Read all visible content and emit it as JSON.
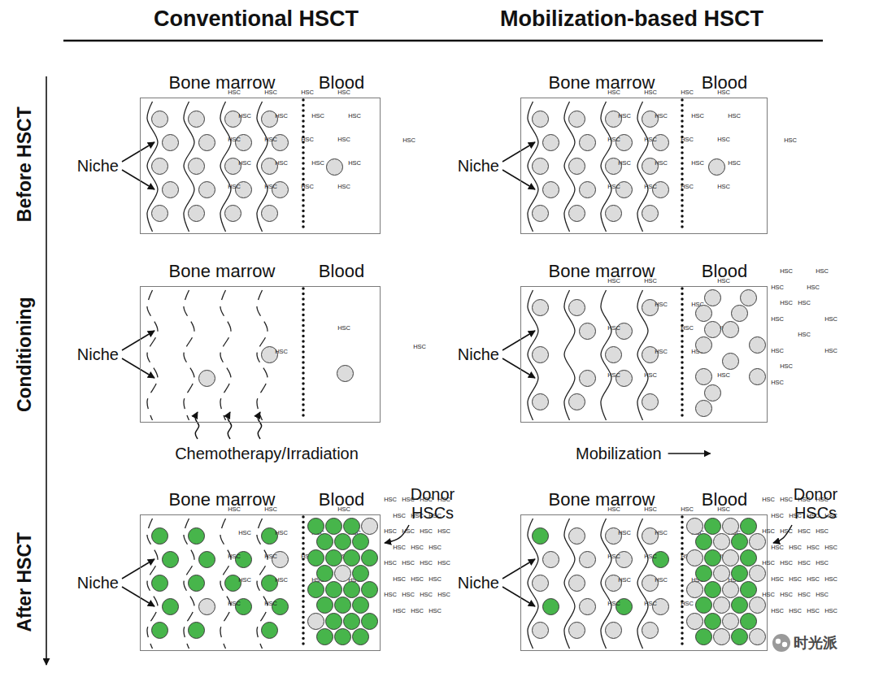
{
  "diagram": {
    "nodes": [
      {
        "text": [
          "Bone marrow",
          "Blood"
        ]
      },
      {
        "text": [
          "HSC"
        ],
        "in": 0
      },
      {
        "text": [
          "HSC"
        ],
        "in": 0
      },
      {
        "text": [
          "HSC"
        ],
        "in": 0
      },
      {
        "text": [
          "HSC"
        ],
        "in": 0
      },
      {
        "text": [
          "HSC"
        ],
        "in": 0
      },
      {
        "text": [
          "HSC"
        ],
        "in": 0
      },
      {
        "text": [
          "HSC"
        ],
        "in": 0
      },
      {
        "text": [
          "HSC"
        ],
        "in": 0
      },
      {
        "text": [
          "HSC"
        ],
        "in": 0
      },
      {
        "text": [
          "HSC"
        ],
        "in": 0
      },
      {
        "text": [
          "HSC"
        ],
        "in": 0
      },
      {
        "text": [
          "HSC"
        ],
        "in": 0
      },
      {
        "text": [
          "HSC"
        ],
        "in": 0
      },
      {
        "text": [
          "HSC"
        ],
        "in": 0
      },
      {
        "text": [
          "HSC"
        ],
        "in": 0
      },
      {
        "text": [
          "HSC"
        ],
        "in": 0
      },
      {
        "text": [
          "HSC"
        ],
        "in": 0
      },
      {
        "text": [
          "HSC"
        ],
        "in": 0
      },
      {
        "text": [
          "HSC"
        ],
        "in": 0
      },
      {
        "text": [
          "HSC"
        ],
        "in": 0
      },
      {
        "text": [
          "HSC"
        ],
        "in": 0
      },
      {
        "text": [
          "Bone marrow",
          "Blood"
        ]
      },
      {
        "text": [
          "HSC"
        ],
        "in": 22
      },
      {
        "text": [
          "HSC"
        ],
        "in": 22
      },
      {
        "text": [
          "HSC"
        ],
        "in": 22
      },
      {
        "text": [
          "HSC"
        ],
        "in": 22
      },
      {
        "text": [
          "HSC"
        ],
        "in": 22
      },
      {
        "text": [
          "HSC"
        ],
        "in": 22
      },
      {
        "text": [
          "HSC"
        ],
        "in": 22
      },
      {
        "text": [
          "HSC"
        ],
        "in": 22
      },
      {
        "text": [
          "HSC"
        ],
        "in": 22
      },
      {
        "text": [
          "HSC"
        ],
        "in": 22
      },
      {
        "text": [
          "HSC"
        ],
        "in": 22
      },
      {
        "text": [
          "HSC"
        ],
        "in": 22
      },
      {
        "text": [
          "HSC"
        ],
        "in": 22
      },
      {
        "text": [
          "HSC"
        ],
        "in": 22
      },
      {
        "text": [
          "HSC"
        ],
        "in": 22
      },
      {
        "text": [
          "HSC"
        ],
        "in": 22
      },
      {
        "text": [
          "HSC"
        ],
        "in": 22
      },
      {
        "text": [
          "HSC"
        ],
        "in": 22
      },
      {
        "text": [
          "HSC"
        ],
        "in": 22
      },
      {
        "text": [
          "HSC"
        ],
        "in": 22
      },
      {
        "text": [
          "HSC"
        ],
        "in": 22
      },
      {
        "text": [
          "Bone marrow",
          "Blood"
        ]
      },
      {
        "text": [
          "HSC"
        ],
        "in": 44
      },
      {
        "text": [
          "HSC"
        ],
        "in": 44
      },
      {
        "text": [
          "HSC"
        ],
        "in": 44
      },
      {
        "text": [
          "Bone marrow",
          "Blood"
        ]
      },
      {
        "text": [
          "HSC"
        ],
        "in": 48
      },
      {
        "text": [
          "HSC"
        ],
        "in": 48
      },
      {
        "text": [
          "HSC"
        ],
        "in": 48
      },
      {
        "text": [
          "HSC"
        ],
        "in": 48
      },
      {
        "text": [
          "HSC"
        ],
        "in": 48
      },
      {
        "text": [
          "HSC"
        ],
        "in": 48
      },
      {
        "text": [
          "HSC"
        ],
        "in": 48
      },
      {
        "text": [
          "HSC"
        ],
        "in": 48
      },
      {
        "text": [
          "HSC"
        ],
        "in": 48
      },
      {
        "text": [
          "HSC"
        ],
        "in": 48
      },
      {
        "text": [
          "HSC"
        ],
        "in": 48
      },
      {
        "text": [
          "HSC"
        ],
        "in": 48
      },
      {
        "text": [
          "HSC"
        ],
        "in": 48
      },
      {
        "text": [
          "HSC"
        ],
        "in": 48
      },
      {
        "text": [
          "HSC"
        ],
        "in": 48
      },
      {
        "text": [
          "HSC"
        ],
        "in": 48
      },
      {
        "text": [
          "HSC"
        ],
        "in": 48
      },
      {
        "text": [
          "HSC"
        ],
        "in": 48
      },
      {
        "text": [
          "HSC"
        ],
        "in": 48
      },
      {
        "text": [
          "HSC"
        ],
        "in": 48
      },
      {
        "text": [
          "HSC"
        ],
        "in": 48
      },
      {
        "text": [
          "HSC"
        ],
        "in": 48
      },
      {
        "text": [
          "HSC"
        ],
        "in": 48
      },
      {
        "text": [
          "HSC"
        ],
        "in": 48
      },
      {
        "text": [
          "HSC"
        ],
        "in": 48
      },
      {
        "text": [
          "HSC"
        ],
        "in": 48
      },
      {
        "text": [
          "Bone marrow",
          "Blood"
        ]
      },
      {
        "text": [
          "HSC"
        ],
        "in": 75
      },
      {
        "text": [
          "HSC"
        ],
        "in": 75
      },
      {
        "text": [
          "HSC"
        ],
        "in": 75
      },
      {
        "text": [
          "HSC"
        ],
        "in": 75
      },
      {
        "text": [
          "HSC"
        ],
        "in": 75
      },
      {
        "text": [
          "HSC"
        ],
        "in": 75
      },
      {
        "text": [
          "HSC"
        ],
        "in": 75
      },
      {
        "text": [
          "HSC"
        ],
        "in": 75
      },
      {
        "text": [
          "HSC"
        ],
        "in": 75
      },
      {
        "text": [
          "HSC"
        ],
        "in": 75
      },
      {
        "text": [
          "HSC"
        ],
        "in": 75
      },
      {
        "text": [
          "HSC"
        ],
        "in": 75
      },
      {
        "text": [
          "HSC"
        ],
        "in": 75
      },
      {
        "text": [
          "HSC"
        ],
        "in": 75
      },
      {
        "text": [
          "HSC"
        ],
        "in": 75
      },
      {
        "text": [
          "HSC"
        ],
        "in": 75
      },
      {
        "text": [
          "HSC"
        ],
        "in": 75
      },
      {
        "text": [
          "HSC"
        ],
        "in": 75
      },
      {
        "text": [
          "HSC"
        ],
        "in": 75
      },
      {
        "text": [
          "HSC"
        ],
        "in": 75
      },
      {
        "text": [
          "HSC"
        ],
        "in": 75
      },
      {
        "text": [
          "HSC"
        ],
        "in": 75
      },
      {
        "text": [
          "HSC"
        ],
        "in": 75
      },
      {
        "text": [
          "HSC"
        ],
        "in": 75
      },
      {
        "text": [
          "HSC"
        ],
        "in": 75
      },
      {
        "text": [
          "HSC"
        ],
        "in": 75
      },
      {
        "text": [
          "HSC"
        ],
        "in": 75
      },
      {
        "text": [
          "HSC"
        ],
        "in": 75
      },
      {
        "text": [
          "HSC"
        ],
        "in": 75
      },
      {
        "text": [
          "HSC"
        ],
        "in": 75
      },
      {
        "text": [
          "HSC"
        ],
        "in": 75
      },
      {
        "text": [
          "HSC"
        ],
        "in": 75
      },
      {
        "text": [
          "HSC"
        ],
        "in": 75
      },
      {
        "text": [
          "HSC"
        ],
        "in": 75
      },
      {
        "text": [
          "HSC"
        ],
        "in": 75
      },
      {
        "text": [
          "HSC"
        ],
        "in": 75
      },
      {
        "text": [
          "HSC"
        ],
        "in": 75
      },
      {
        "text": [
          "HSC"
        ],
        "in": 75
      },
      {
        "text": [
          "HSC"
        ],
        "in": 75
      },
      {
        "text": [
          "HSC"
        ],
        "in": 75
      },
      {
        "text": [
          "HSC"
        ],
        "in": 75
      },
      {
        "text": [
          "HSC"
        ],
        "in": 75
      },
      {
        "text": [
          "HSC"
        ],
        "in": 75
      },
      {
        "text": [
          "HSC"
        ],
        "in": 75
      },
      {
        "text": [
          "HSC"
        ],
        "in": 75
      },
      {
        "text": [
          "HSC"
        ],
        "in": 75
      },
      {
        "text": [
          "Bone marrow",
          "Blood"
        ]
      },
      {
        "text": [
          "HSC"
        ],
        "in": 122
      },
      {
        "text": [
          "HSC"
        ],
        "in": 122
      },
      {
        "text": [
          "HSC"
        ],
        "in": 122
      },
      {
        "text": [
          "HSC"
        ],
        "in": 122
      },
      {
        "text": [
          "HSC"
        ],
        "in": 122
      },
      {
        "text": [
          "HSC"
        ],
        "in": 122
      },
      {
        "text": [
          "HSC"
        ],
        "in": 122
      },
      {
        "text": [
          "HSC"
        ],
        "in": 122
      },
      {
        "text": [
          "HSC"
        ],
        "in": 122
      },
      {
        "text": [
          "HSC"
        ],
        "in": 122
      },
      {
        "text": [
          "HSC"
        ],
        "in": 122
      },
      {
        "text": [
          "HSC"
        ],
        "in": 122
      },
      {
        "text": [
          "HSC"
        ],
        "in": 122
      },
      {
        "text": [
          "HSC"
        ],
        "in": 122
      },
      {
        "text": [
          "HSC"
        ],
        "in": 122
      },
      {
        "text": [
          "HSC"
        ],
        "in": 122
      },
      {
        "text": [
          "HSC"
        ],
        "in": 122
      },
      {
        "text": [
          "HSC"
        ],
        "in": 122
      },
      {
        "text": [
          "HSC"
        ],
        "in": 122
      },
      {
        "text": [
          "HSC"
        ],
        "in": 122
      },
      {
        "text": [
          "HSC"
        ],
        "in": 122
      },
      {
        "text": [
          "HSC"
        ],
        "in": 122
      },
      {
        "text": [
          "HSC"
        ],
        "in": 122
      },
      {
        "text": [
          "HSC"
        ],
        "in": 122
      },
      {
        "text": [
          "HSC"
        ],
        "in": 122
      },
      {
        "text": [
          "HSC"
        ],
        "in": 122
      },
      {
        "text": [
          "HSC"
        ],
        "in": 122
      },
      {
        "text": [
          "HSC"
        ],
        "in": 122
      },
      {
        "text": [
          "HSC"
        ],
        "in": 122
      },
      {
        "text": [
          "HSC"
        ],
        "in": 122
      },
      {
        "text": [
          "HSC"
        ],
        "in": 122
      },
      {
        "text": [
          "HSC"
        ],
        "in": 122
      },
      {
        "text": [
          "HSC"
        ],
        "in": 122
      },
      {
        "text": [
          "HSC"
        ],
        "in": 122
      },
      {
        "text": [
          "HSC"
        ],
        "in": 122
      },
      {
        "text": [
          "HSC"
        ],
        "in": 122
      },
      {
        "text": [
          "HSC"
        ],
        "in": 122
      },
      {
        "text": [
          "HSC"
        ],
        "in": 122
      },
      {
        "text": [
          "HSC"
        ],
        "in": 122
      },
      {
        "text": [
          "HSC"
        ],
        "in": 122
      },
      {
        "text": [
          "HSC"
        ],
        "in": 122
      },
      {
        "text": [
          "HSC"
        ],
        "in": 122
      },
      {
        "text": [
          "HSC"
        ],
        "in": 122
      },
      {
        "text": [
          "HSC"
        ],
        "in": 122
      },
      {
        "text": [
          "HSC"
        ],
        "in": 122
      },
      {
        "text": [
          "HSC"
        ],
        "in": 122
      },
      {
        "text": [
          "HSC"
        ],
        "in": 122
      },
      {
        "text": [
          "HSC"
        ],
        "in": 122
      },
      {
        "text": [
          "HSC"
        ],
        "in": 122
      },
      {
        "text": [
          "HSC"
        ],
        "in": 122
      },
      {
        "text": [
          "HSC"
        ],
        "in": 122
      },
      {
        "text": [
          "HSC"
        ],
        "in": 122
      }
    ],
    "labels": [
      "Conventional HSCT",
      "Mobilization-based HSCT",
      "Before HSCT",
      "Niche",
      "Niche",
      "Conditioning",
      "Niche",
      "Niche",
      "Chemotherapy/Irradiation",
      "Mobilization",
      "After HSCT",
      "Donor HSCs",
      "Niche",
      "Niche",
      "Donor HSCs",
      "时光派"
    ]
  }
}
